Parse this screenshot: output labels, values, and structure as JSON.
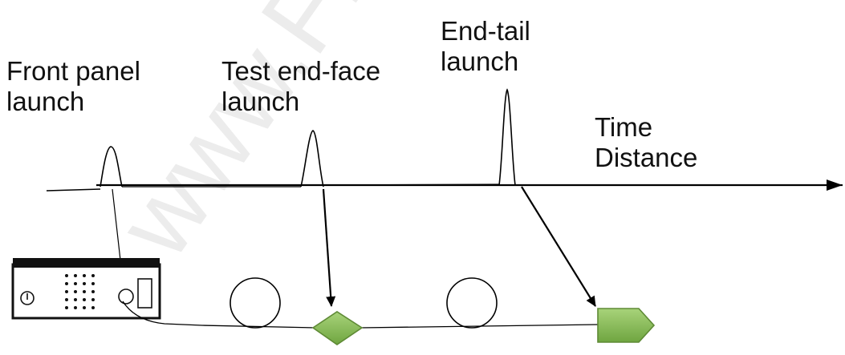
{
  "labels": {
    "front_panel_launch": "Front panel\nlaunch",
    "test_endface_launch": "Test end-face\nlaunch",
    "end_tail_launch": "End-tail\nlaunch",
    "time_distance": "Time\nDistance"
  },
  "watermark": "www.Fibe",
  "colors": {
    "connector_fill": "#8cbf5a",
    "connector_stroke": "#5e8a35",
    "line": "#000000",
    "instrument_body": "#111111"
  }
}
